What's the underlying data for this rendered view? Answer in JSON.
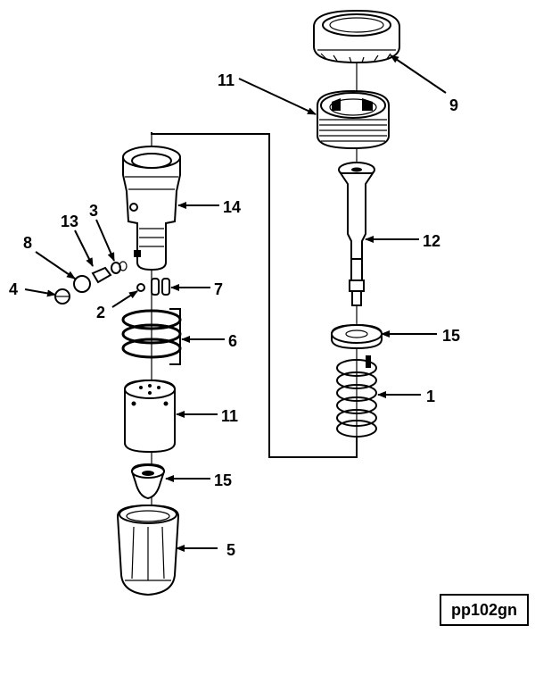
{
  "callouts": {
    "c9": "9",
    "c11_top": "11",
    "c12": "12",
    "c15_right": "15",
    "c1": "1",
    "c14": "14",
    "c3": "3",
    "c13": "13",
    "c8": "8",
    "c4": "4",
    "c7": "7",
    "c2": "2",
    "c6": "6",
    "c11_mid": "11",
    "c15_low": "15",
    "c5": "5"
  },
  "figure_code": "pp102gn"
}
